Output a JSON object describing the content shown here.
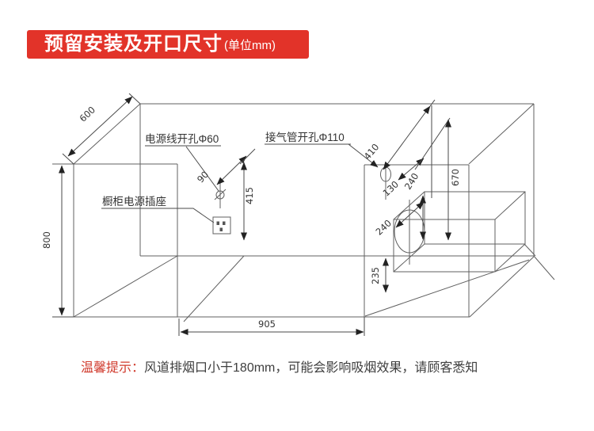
{
  "banner": {
    "title": "预留安装及开口尺寸",
    "unit_suffix": "(单位mm)"
  },
  "diagram": {
    "labels": {
      "power_cord_hole": "电源线开孔Φ60",
      "gas_pipe_hole": "接气管开孔Φ110",
      "cabinet_socket": "橱柜电源插座"
    },
    "dimensions": {
      "cabinet_depth": "600",
      "cabinet_height": "800",
      "cord_hole_offset": "90",
      "cord_hole_drop": "415",
      "gas_hole_offset": "410",
      "duct_side_offset": "130",
      "duct_height": "240",
      "gas_hole_drop": "670",
      "duct_depth": "240",
      "counter_clearance": "235",
      "opening_width": "905"
    }
  },
  "note": {
    "prefix": "温馨提示：",
    "body": "风道排烟口小于180mm，可能会影响吸烟效果，请顾客悉知"
  },
  "colors": {
    "banner_red": "#e23329",
    "note_red": "#d03a2c",
    "line_gray": "#606060",
    "text_dark": "#333333"
  }
}
